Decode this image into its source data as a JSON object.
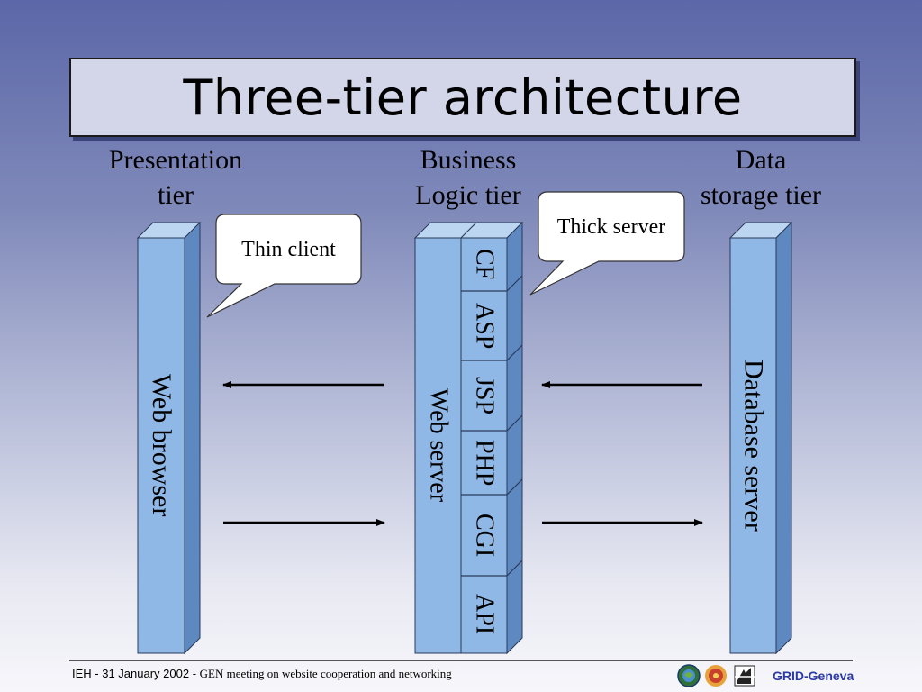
{
  "title": "Three-tier architecture",
  "tiers": {
    "presentation": "Presentation\ntier",
    "business": "Business\nLogic tier",
    "data": "Data\nstorage tier"
  },
  "columns": {
    "browser": "Web browser",
    "web_server": "Web server",
    "database": "Database server"
  },
  "technologies": [
    "CF",
    "ASP",
    "JSP",
    "PHP",
    "CGI",
    "API"
  ],
  "callouts": {
    "thin": "Thin client",
    "thick": "Thick server"
  },
  "footer": {
    "prefix": "IEH - 31 January 2002 - ",
    "meeting": "GEN meeting on website cooperation and networking",
    "brand": "GRID-Geneva"
  },
  "colors": {
    "bar_front": "#8fb8e6",
    "bar_side": "#5d88c0",
    "bar_top": "#bcd6f2",
    "brand": "#2b3aa6"
  },
  "icons": [
    "globe-logo",
    "flower-logo",
    "grid-logo"
  ]
}
